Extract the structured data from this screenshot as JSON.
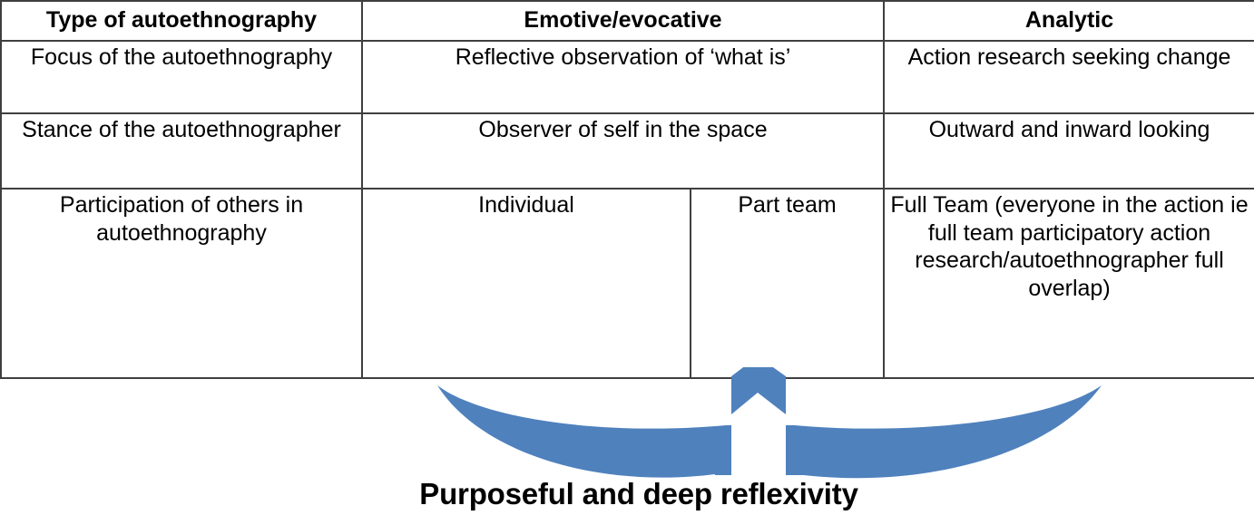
{
  "figure": {
    "kind": "comparison-table-with-arrow",
    "accent_color": "#4f81bd",
    "border_color": "#3f3f3f",
    "text_color": "#000000",
    "background_color": "#ffffff"
  },
  "table": {
    "headers": [
      "Type of autoethnography",
      "Emotive/evocative",
      "Analytic"
    ],
    "rows": [
      {
        "label": "Focus of the autoethnography",
        "emotive": "Reflective observation of ‘what is’",
        "analytic": "Action research seeking change"
      },
      {
        "label": "Stance of the autoethnographer",
        "emotive": "Observer of self in the space",
        "analytic": "Outward and inward looking"
      },
      {
        "label": "Participation of others in autoethnography",
        "emotive": "Individual",
        "middle": "Part team",
        "analytic": "Full Team (everyone in the action ie full team participatory action research/autoethnographer full overlap)"
      }
    ]
  },
  "arrow": {
    "name": "curved-up-arrow",
    "color": "#4f81bd",
    "direction": "up",
    "points_to_column": "Part team"
  },
  "caption": {
    "text": "Purposeful and deep reflexivity"
  }
}
